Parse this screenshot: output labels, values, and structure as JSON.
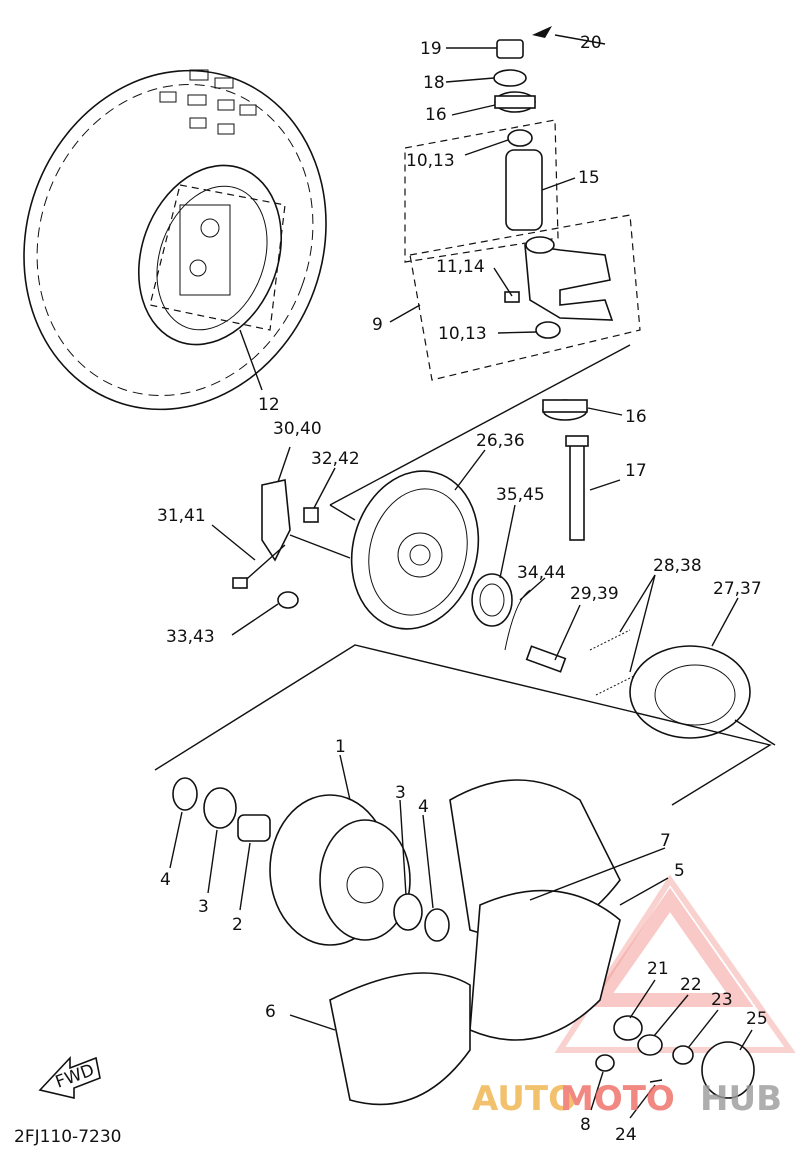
{
  "diagram_code": "2FJ110-7230",
  "fwd_label": "FWD",
  "watermark": {
    "part1": "AUTO",
    "part2": "MOTO",
    "part3": "HUB",
    "color": "#f2c7c0"
  },
  "labels": {
    "l19": "19",
    "l20": "20",
    "l18": "18",
    "l16a": "16",
    "l10a": "10,13",
    "l15": "15",
    "l11": "11,14",
    "l9": "9",
    "l10b": "10,13",
    "l12": "12",
    "l16b": "16",
    "l3040": "30,40",
    "l3242": "32,42",
    "l2636": "26,36",
    "l17": "17",
    "l3545": "35,45",
    "l3141": "31,41",
    "l3444": "34,44",
    "l2939": "29,39",
    "l2838": "28,38",
    "l2737": "27,37",
    "l3343": "33,43",
    "l1": "1",
    "l3a": "3",
    "l4a": "4",
    "l7": "7",
    "l5": "5",
    "l4b": "4",
    "l3b": "3",
    "l2": "2",
    "l6": "6",
    "l21": "21",
    "l22": "22",
    "l23": "23",
    "l25": "25",
    "l8": "8",
    "l24": "24"
  }
}
